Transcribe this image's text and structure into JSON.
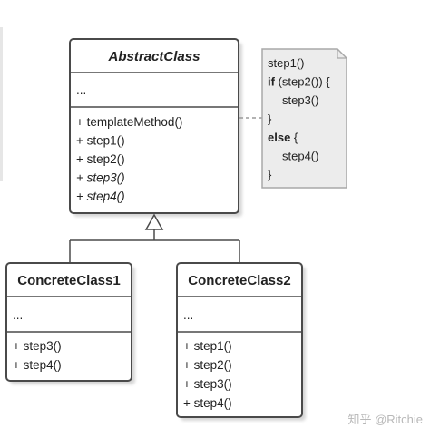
{
  "abstract_class": {
    "name": "AbstractClass",
    "fields": "...",
    "methods": [
      {
        "text": "+ templateMethod()",
        "italic": false
      },
      {
        "text": "+ step1()",
        "italic": false
      },
      {
        "text": "+ step2()",
        "italic": false
      },
      {
        "text": "+ step3()",
        "italic": true
      },
      {
        "text": "+ step4()",
        "italic": true
      }
    ]
  },
  "concrete_class_1": {
    "name": "ConcreteClass1",
    "fields": "...",
    "methods": [
      "+ step3()",
      "+ step4()"
    ]
  },
  "concrete_class_2": {
    "name": "ConcreteClass2",
    "fields": "...",
    "methods": [
      "+ step1()",
      "+ step2()",
      "+ step3()",
      "+ step4()"
    ]
  },
  "note": {
    "lines": [
      {
        "kw": "",
        "text": "step1()",
        "indent": false
      },
      {
        "kw": "if",
        "text": " (step2()) {",
        "indent": false
      },
      {
        "kw": "",
        "text": "step3()",
        "indent": true
      },
      {
        "kw": "",
        "text": "}",
        "indent": false
      },
      {
        "kw": "else",
        "text": " {",
        "indent": false
      },
      {
        "kw": "",
        "text": "step4()",
        "indent": true
      },
      {
        "kw": "",
        "text": "}",
        "indent": false
      }
    ]
  },
  "watermark": "知乎 @Ritchie",
  "colors": {
    "border": "#4a4a4a",
    "shadow": "#d6d6d6",
    "note_fill": "#ececec",
    "note_border": "#a8a8a8",
    "connector": "#9a9a9a"
  }
}
